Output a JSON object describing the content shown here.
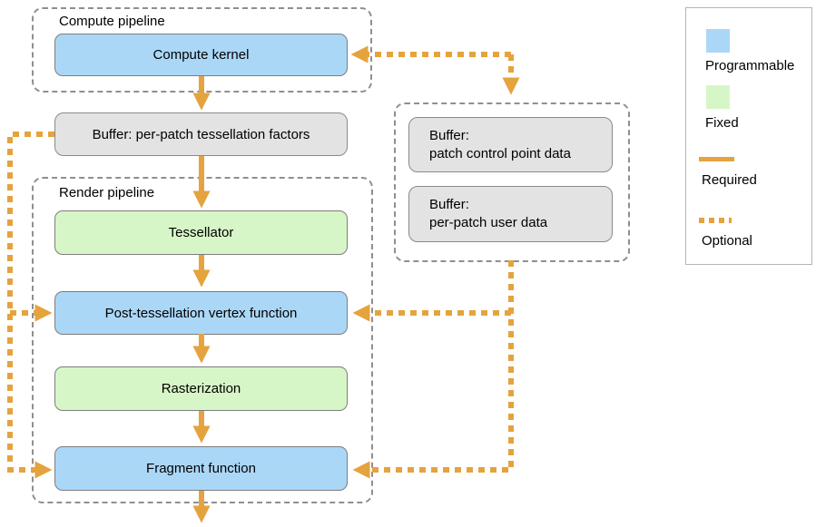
{
  "compute_pipeline": {
    "label": "Compute pipeline",
    "nodes": [
      {
        "label": "Compute kernel",
        "type": "programmable"
      }
    ]
  },
  "tess_factor_buffer": {
    "label": "Buffer: per-patch tessellation factors"
  },
  "render_pipeline": {
    "label": "Render pipeline",
    "nodes": [
      {
        "label": "Tessellator",
        "type": "fixed"
      },
      {
        "label": "Post-tessellation vertex function",
        "type": "programmable"
      },
      {
        "label": "Rasterization",
        "type": "fixed"
      },
      {
        "label": "Fragment function",
        "type": "programmable"
      }
    ]
  },
  "patch_buffers": {
    "items": [
      {
        "line1": "Buffer:",
        "line2": "patch control point data"
      },
      {
        "line1": "Buffer:",
        "line2": "per-patch user data"
      }
    ]
  },
  "legend": {
    "entries": [
      {
        "swatch": "programmable-square",
        "label": "Programmable"
      },
      {
        "swatch": "fixed-square",
        "label": "Fixed"
      },
      {
        "swatch": "required-line",
        "label": "Required"
      },
      {
        "swatch": "optional-line",
        "label": "Optional"
      }
    ]
  },
  "colors": {
    "programmable": "#abd7f7",
    "fixed": "#d7f6c7",
    "buffer_fill": "#e3e3e3",
    "arrow": "#e5a33e",
    "group_border": "#8f8f8f"
  }
}
